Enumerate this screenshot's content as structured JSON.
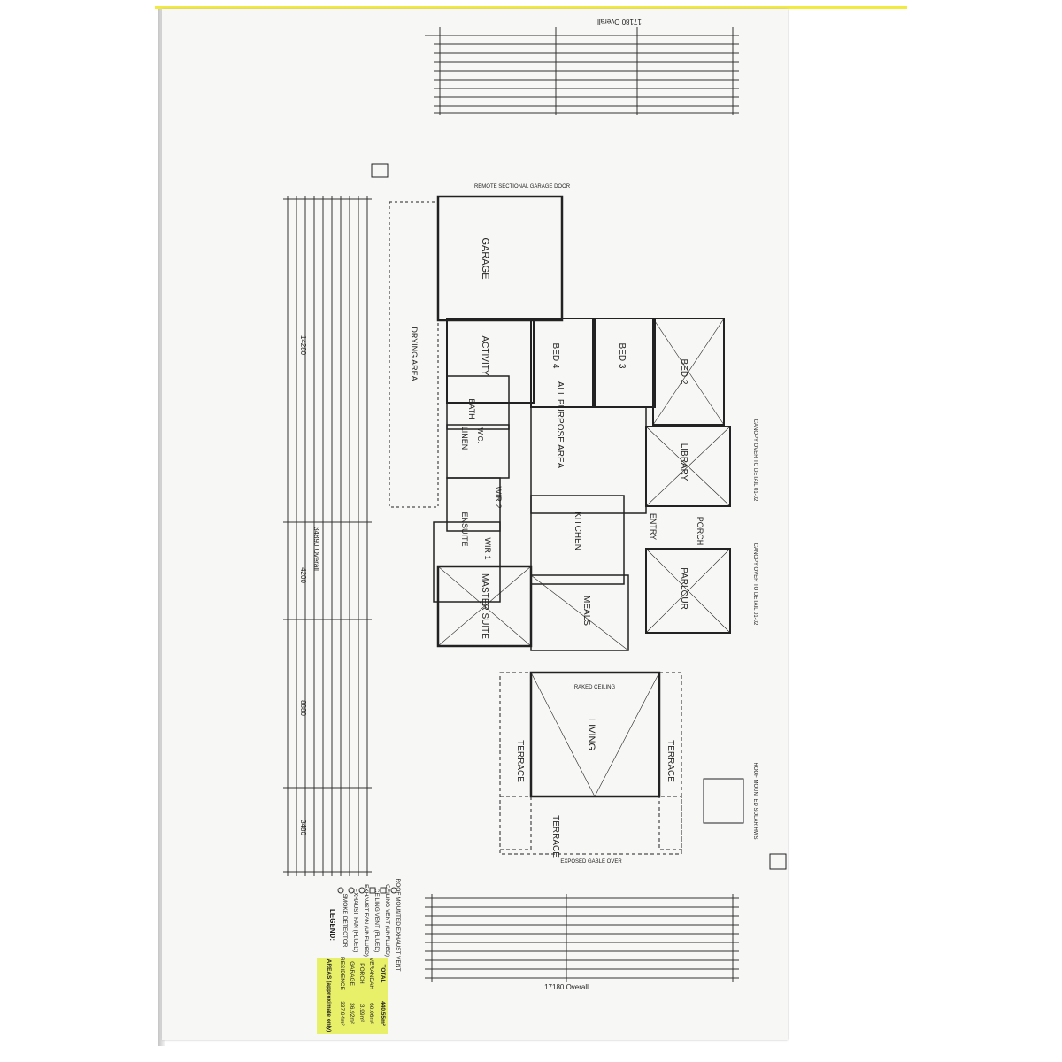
{
  "page": {
    "accent_yellow": "#f2ea3c",
    "highlight_yellow": "#e8f06a"
  },
  "rooms": {
    "garage": "GARAGE",
    "activity": "ACTIVITY",
    "bed4": "BED 4",
    "bed3": "BED 3",
    "bed2": "BED 2",
    "bath": "BATH",
    "linen": "LINEN",
    "wc": "W.C.",
    "all_purpose": "ALL PURPOSE AREA",
    "library": "LIBRARY",
    "wir2": "WIR 2",
    "ensuite": "ENSUITE",
    "wir1": "WIR 1",
    "kitchen": "KITCHEN",
    "entry": "ENTRY",
    "porch": "PORCH",
    "master_suite": "MASTER SUITE",
    "meals": "MEALS",
    "parlour": "PARLOUR",
    "living": "LIVING",
    "terrace_a": "TERRACE",
    "terrace_b": "TERRACE",
    "terrace_c": "TERRACE",
    "drying_area": "DRYING AREA"
  },
  "dimensions": {
    "overall_top": "17180 Overall",
    "overall_left": "34890 Overall",
    "overall_bottom": "17180 Overall",
    "left_seg_1": "14280",
    "left_seg_2": "4200",
    "left_seg_3": "8880",
    "left_seg_4": "3480"
  },
  "legend": {
    "title": "LEGEND:",
    "items": [
      "SMOKE DETECTOR",
      "EXHAUST FAN (FLUED)",
      "EXHAUST FAN (UNFLUED)",
      "CEILING VENT (FLUED)",
      "CEILING VENT (UNFLUED)",
      "ROOF MOUNTED EXHAUST VENT"
    ]
  },
  "areas": {
    "title": "AREAS (approximate only)",
    "rows": [
      {
        "label": "RESIDENCE",
        "value": "337.94m²"
      },
      {
        "label": "GARAGE",
        "value": "36.92m²"
      },
      {
        "label": "PORCH",
        "value": "3.99m²"
      },
      {
        "label": "VERANDAH",
        "value": "60.06m²"
      },
      {
        "label": "TOTAL",
        "value": "440.55m²"
      }
    ]
  },
  "notes": {
    "garage_door": "REMOTE SECTIONAL GARAGE DOOR",
    "canopy_1": "CANOPY OVER TO DETAIL 01-02",
    "canopy_2": "CANOPY OVER TO DETAIL 01-02",
    "raked_ceiling": "RAKED CEILING",
    "exposed_gable": "EXPOSED GABLE OVER",
    "solar": "ROOF MOUNTED SOLAR HWS"
  }
}
